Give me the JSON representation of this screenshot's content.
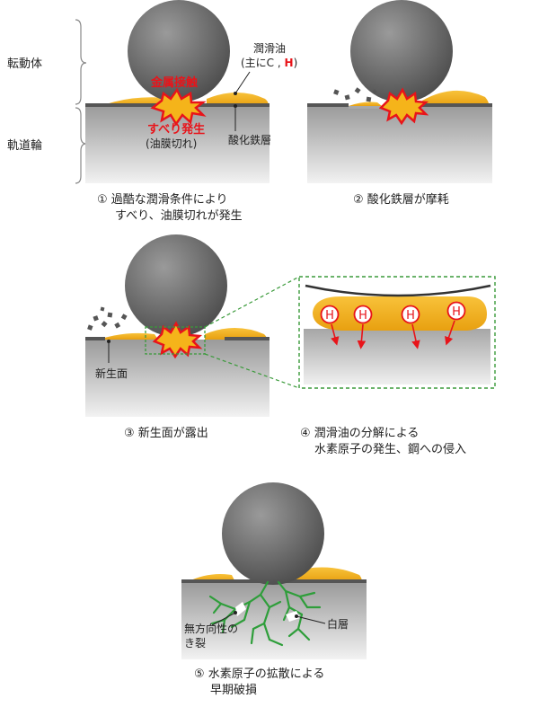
{
  "labels": {
    "rolling_element": "転動体",
    "raceway": "軌道輪",
    "lubricant": "潤滑油",
    "lubricant_detail_prefix": "(主にC , ",
    "lubricant_detail_h": "H",
    "lubricant_detail_suffix": ")",
    "metal_contact": "金属接触",
    "slip": "すべり発生",
    "film_break": "(油膜切れ)",
    "iron_oxide": "酸化鉄層",
    "new_surface": "新生面",
    "h_atom": "H",
    "isotropic_crack_1": "無方向性の",
    "isotropic_crack_2": "き裂",
    "white_layer": "白層"
  },
  "captions": {
    "step1_line1": "① 過酷な潤滑条件により",
    "step1_line2": "すべり、油膜切れが発生",
    "step2": "② 酸化鉄層が摩耗",
    "step3": "③ 新生面が露出",
    "step4_line1": "④ 潤滑油の分解による",
    "step4_line2": "水素原子の発生、鋼への侵入",
    "step5_line1": "⑤ 水素原子の拡散による",
    "step5_line2": "早期破損"
  },
  "colors": {
    "oil": "#f5b41a",
    "alert_red": "#e8141a",
    "crack_green": "#2e9e3a",
    "zoom_border": "#3a9a3a",
    "oxide": "#555555"
  }
}
